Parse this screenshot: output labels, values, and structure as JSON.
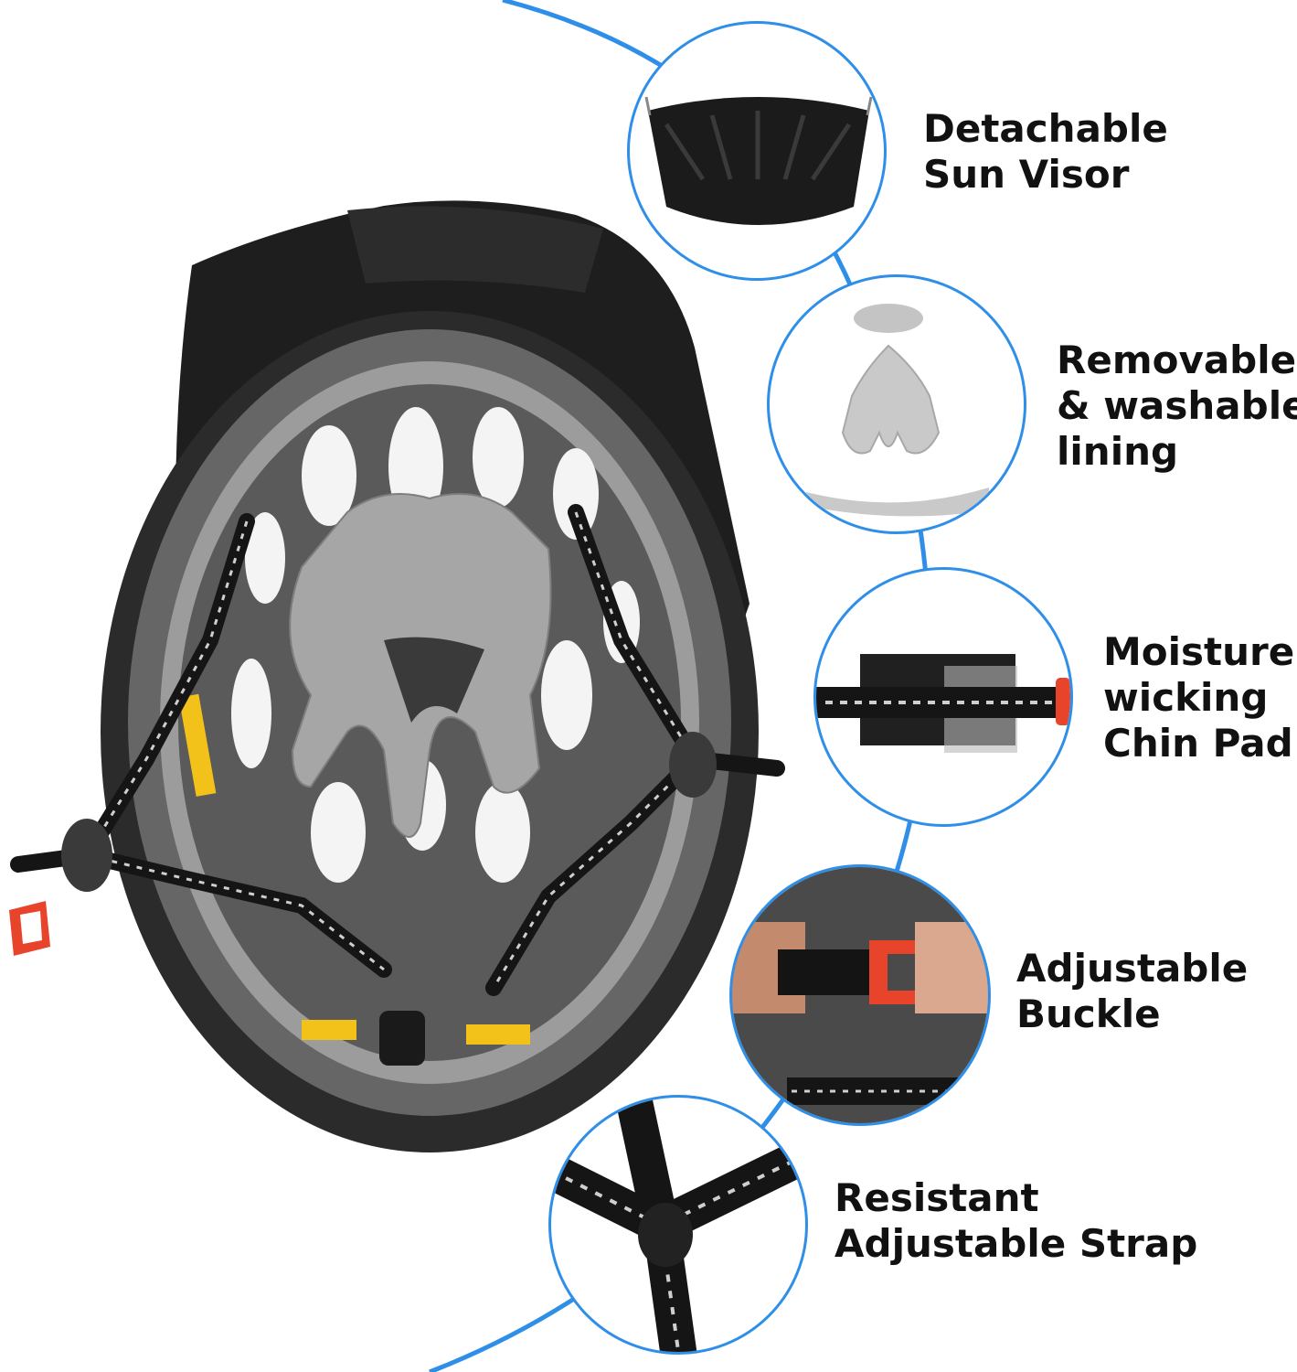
{
  "colors": {
    "accent_blue": "#2f8fe8",
    "label_text": "#111111",
    "helmet_dark": "#1e1e1e",
    "foam_gray": "#6e6e6e",
    "pad_gray": "#9a9a9a",
    "strap_black": "#151515",
    "buckle_red": "#e8432b",
    "sticker_yellow": "#f2c21b"
  },
  "product_image": {
    "icon": "bicycle-helmet-underside-icon"
  },
  "features": [
    {
      "id": "sun-visor",
      "icon": "visor-icon",
      "lines": [
        "Detachable",
        "Sun Visor"
      ]
    },
    {
      "id": "lining",
      "icon": "padding-icon",
      "lines": [
        "Removable",
        "& washable",
        "lining"
      ]
    },
    {
      "id": "chin-pad",
      "icon": "chin-pad-icon",
      "lines": [
        "Moisture",
        "wicking",
        "Chin Pad"
      ]
    },
    {
      "id": "buckle",
      "icon": "buckle-icon",
      "lines": [
        "Adjustable",
        "Buckle"
      ]
    },
    {
      "id": "strap",
      "icon": "strap-icon",
      "lines": [
        "Resistant",
        "Adjustable Strap"
      ]
    }
  ]
}
